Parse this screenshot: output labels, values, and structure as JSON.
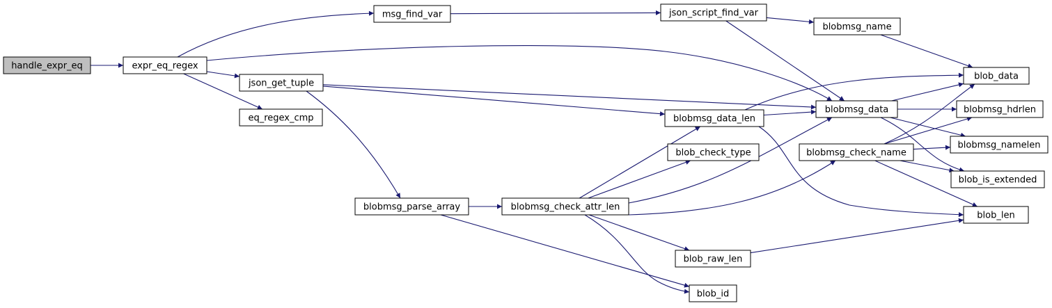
{
  "graph": {
    "colors": {
      "edge": "#191970",
      "node_fill": "#ffffff",
      "root_fill": "#bfbfbf",
      "border": "#000000"
    },
    "nodes": [
      {
        "id": "handle_expr_eq",
        "label": "handle_expr_eq",
        "root": true
      },
      {
        "id": "expr_eq_regex",
        "label": "expr_eq_regex"
      },
      {
        "id": "msg_find_var",
        "label": "msg_find_var"
      },
      {
        "id": "json_script_find_var",
        "label": "json_script_find_var"
      },
      {
        "id": "blobmsg_name",
        "label": "blobmsg_name"
      },
      {
        "id": "blob_data",
        "label": "blob_data"
      },
      {
        "id": "json_get_tuple",
        "label": "json_get_tuple"
      },
      {
        "id": "eq_regex_cmp",
        "label": "eq_regex_cmp"
      },
      {
        "id": "blobmsg_data_len",
        "label": "blobmsg_data_len"
      },
      {
        "id": "blobmsg_data",
        "label": "blobmsg_data"
      },
      {
        "id": "blobmsg_hdrlen",
        "label": "blobmsg_hdrlen"
      },
      {
        "id": "blob_check_type",
        "label": "blob_check_type"
      },
      {
        "id": "blobmsg_check_name",
        "label": "blobmsg_check_name"
      },
      {
        "id": "blobmsg_namelen",
        "label": "blobmsg_namelen"
      },
      {
        "id": "blob_is_extended",
        "label": "blob_is_extended"
      },
      {
        "id": "blobmsg_parse_array",
        "label": "blobmsg_parse_array"
      },
      {
        "id": "blobmsg_check_attr_len",
        "label": "blobmsg_check_attr_len"
      },
      {
        "id": "blob_len",
        "label": "blob_len"
      },
      {
        "id": "blob_raw_len",
        "label": "blob_raw_len"
      },
      {
        "id": "blob_id",
        "label": "blob_id"
      }
    ],
    "edges": [
      [
        "handle_expr_eq",
        "expr_eq_regex"
      ],
      [
        "expr_eq_regex",
        "msg_find_var"
      ],
      [
        "expr_eq_regex",
        "blobmsg_data"
      ],
      [
        "expr_eq_regex",
        "json_get_tuple"
      ],
      [
        "expr_eq_regex",
        "eq_regex_cmp"
      ],
      [
        "msg_find_var",
        "json_script_find_var"
      ],
      [
        "json_script_find_var",
        "blobmsg_name"
      ],
      [
        "json_script_find_var",
        "blobmsg_data"
      ],
      [
        "blobmsg_name",
        "blob_data"
      ],
      [
        "json_get_tuple",
        "blobmsg_data"
      ],
      [
        "json_get_tuple",
        "blobmsg_data_len"
      ],
      [
        "json_get_tuple",
        "blobmsg_parse_array"
      ],
      [
        "blobmsg_data_len",
        "blob_data"
      ],
      [
        "blobmsg_data_len",
        "blobmsg_data"
      ],
      [
        "blobmsg_data_len",
        "blob_len"
      ],
      [
        "blobmsg_data",
        "blob_data"
      ],
      [
        "blobmsg_data",
        "blobmsg_hdrlen"
      ],
      [
        "blobmsg_data",
        "blobmsg_namelen"
      ],
      [
        "blobmsg_data",
        "blob_is_extended"
      ],
      [
        "blobmsg_check_name",
        "blob_data"
      ],
      [
        "blobmsg_check_name",
        "blobmsg_hdrlen"
      ],
      [
        "blobmsg_check_name",
        "blobmsg_namelen"
      ],
      [
        "blobmsg_check_name",
        "blob_is_extended"
      ],
      [
        "blobmsg_check_name",
        "blob_len"
      ],
      [
        "blobmsg_parse_array",
        "blobmsg_check_attr_len"
      ],
      [
        "blobmsg_parse_array",
        "blob_id"
      ],
      [
        "blobmsg_check_attr_len",
        "blobmsg_data_len"
      ],
      [
        "blobmsg_check_attr_len",
        "blob_check_type"
      ],
      [
        "blobmsg_check_attr_len",
        "blobmsg_data"
      ],
      [
        "blobmsg_check_attr_len",
        "blobmsg_check_name"
      ],
      [
        "blobmsg_check_attr_len",
        "blob_raw_len"
      ],
      [
        "blobmsg_check_attr_len",
        "blob_id"
      ],
      [
        "blob_raw_len",
        "blob_len"
      ]
    ]
  }
}
